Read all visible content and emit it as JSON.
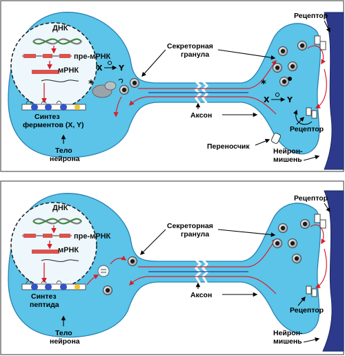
{
  "panel_top": {
    "dna": "ДНК",
    "pre_mrna": "пре-мРНК",
    "mrna": "мРНК",
    "synthesis_line1": "Синтез",
    "synthesis_line2": "ферментов (X, Y)",
    "secretory_line1": "Секреторная",
    "secretory_line2": "гранула",
    "axon": "Аксон",
    "receptor_top": "Рецептор",
    "receptor_bottom": "Рецептор",
    "transporter": "Переносчик",
    "body_line1": "Тело",
    "body_line2": "нейрона",
    "target_line1": "Нейрон-",
    "target_line2": "мишень",
    "soma_x": "X",
    "soma_y": "Y",
    "terminal_x": "X",
    "terminal_y": "Y",
    "star": "*"
  },
  "panel_bottom": {
    "dna": "ДНК",
    "pre_mrna": "пре-мРНК",
    "mrna": "мРНК",
    "synthesis_line1": "Синтез",
    "synthesis_line2": "пептида",
    "secretory_line1": "Секреторная",
    "secretory_line2": "гранула",
    "axon": "Аксон",
    "receptor_top": "Рецептор",
    "receptor_bottom": "Рецептор",
    "body_line1": "Тело",
    "body_line2": "нейрона",
    "target_line1": "Нейрон-",
    "target_line2": "мишень"
  },
  "colors": {
    "cell": "#5bc4e8",
    "cell_stroke": "#2a7fb0",
    "nucleus": "#eef7fb",
    "target_neuron": "#2d3a8c",
    "arrow": "#d81e2a",
    "gene": "#d9534f",
    "panel_bg": "#ffffff",
    "panel_border": "#555555"
  }
}
